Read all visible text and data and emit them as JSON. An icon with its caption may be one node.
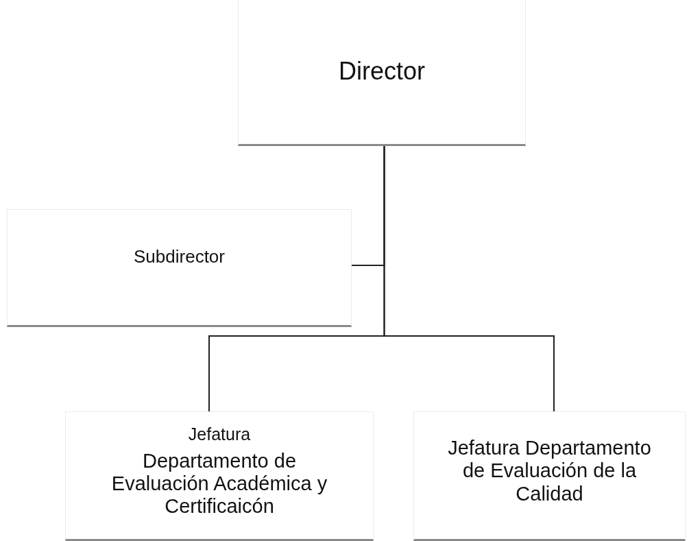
{
  "diagram": {
    "nodes": [
      {
        "text": [
          "Director"
        ]
      },
      {
        "text": [
          "Subdirector"
        ]
      },
      {
        "text": [
          "Jefatura",
          "Departamento de Evaluación Académica y Certificaicón"
        ]
      },
      {
        "text": [
          "Jefatura Departamento de Evaluación de la Calidad"
        ]
      }
    ],
    "edges": [
      {
        "from": 0,
        "to": 1,
        "arrow": "none"
      },
      {
        "from": 0,
        "to": 2,
        "arrow": "none"
      },
      {
        "from": 0,
        "to": 3,
        "arrow": "none"
      }
    ]
  }
}
